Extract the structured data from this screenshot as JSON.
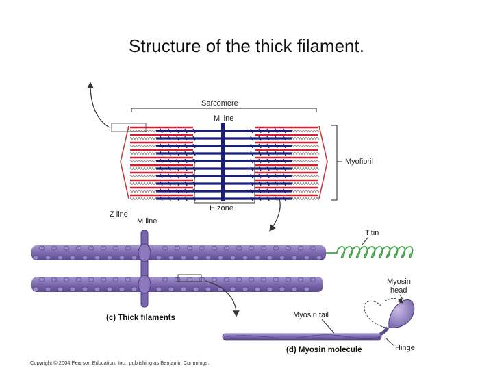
{
  "title": "Structure of the thick filament.",
  "labels": {
    "sarcomere": "Sarcomere",
    "m_line_top": "M line",
    "myofibril": "Myofibril",
    "z_line": "Z line",
    "h_zone": "H zone",
    "m_line_bottom": "M line",
    "titin": "Titin",
    "myosin_head": [
      "Myosin",
      "head"
    ],
    "myosin_tail": "Myosin tail",
    "hinge": "Hinge",
    "thick_filaments": "(c) Thick filaments",
    "myosin_molecule": "(d) Myosin molecule"
  },
  "copyright": "Copyright © 2004 Pearson Education, Inc., publishing as Benjamin Cummings.",
  "colors": {
    "thin_filament": "#d62030",
    "thick_filament": "#1c1f78",
    "myosin": "#8a78b8",
    "titin": "#44a34a"
  }
}
